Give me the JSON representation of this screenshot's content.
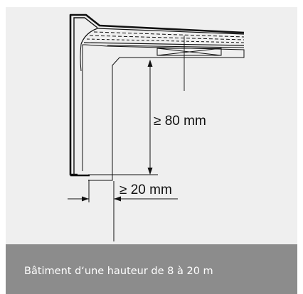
{
  "diagram": {
    "dimension_height": "≥ 80 mm",
    "dimension_overhang": "≥ 20 mm"
  },
  "caption": {
    "text": "Bâtiment d‘une hauteur de 8 à 20 m"
  },
  "colors": {
    "panel_background": "#efefef",
    "caption_background": "#8c8c8c",
    "caption_text": "#ffffff",
    "line_color": "#111111"
  }
}
